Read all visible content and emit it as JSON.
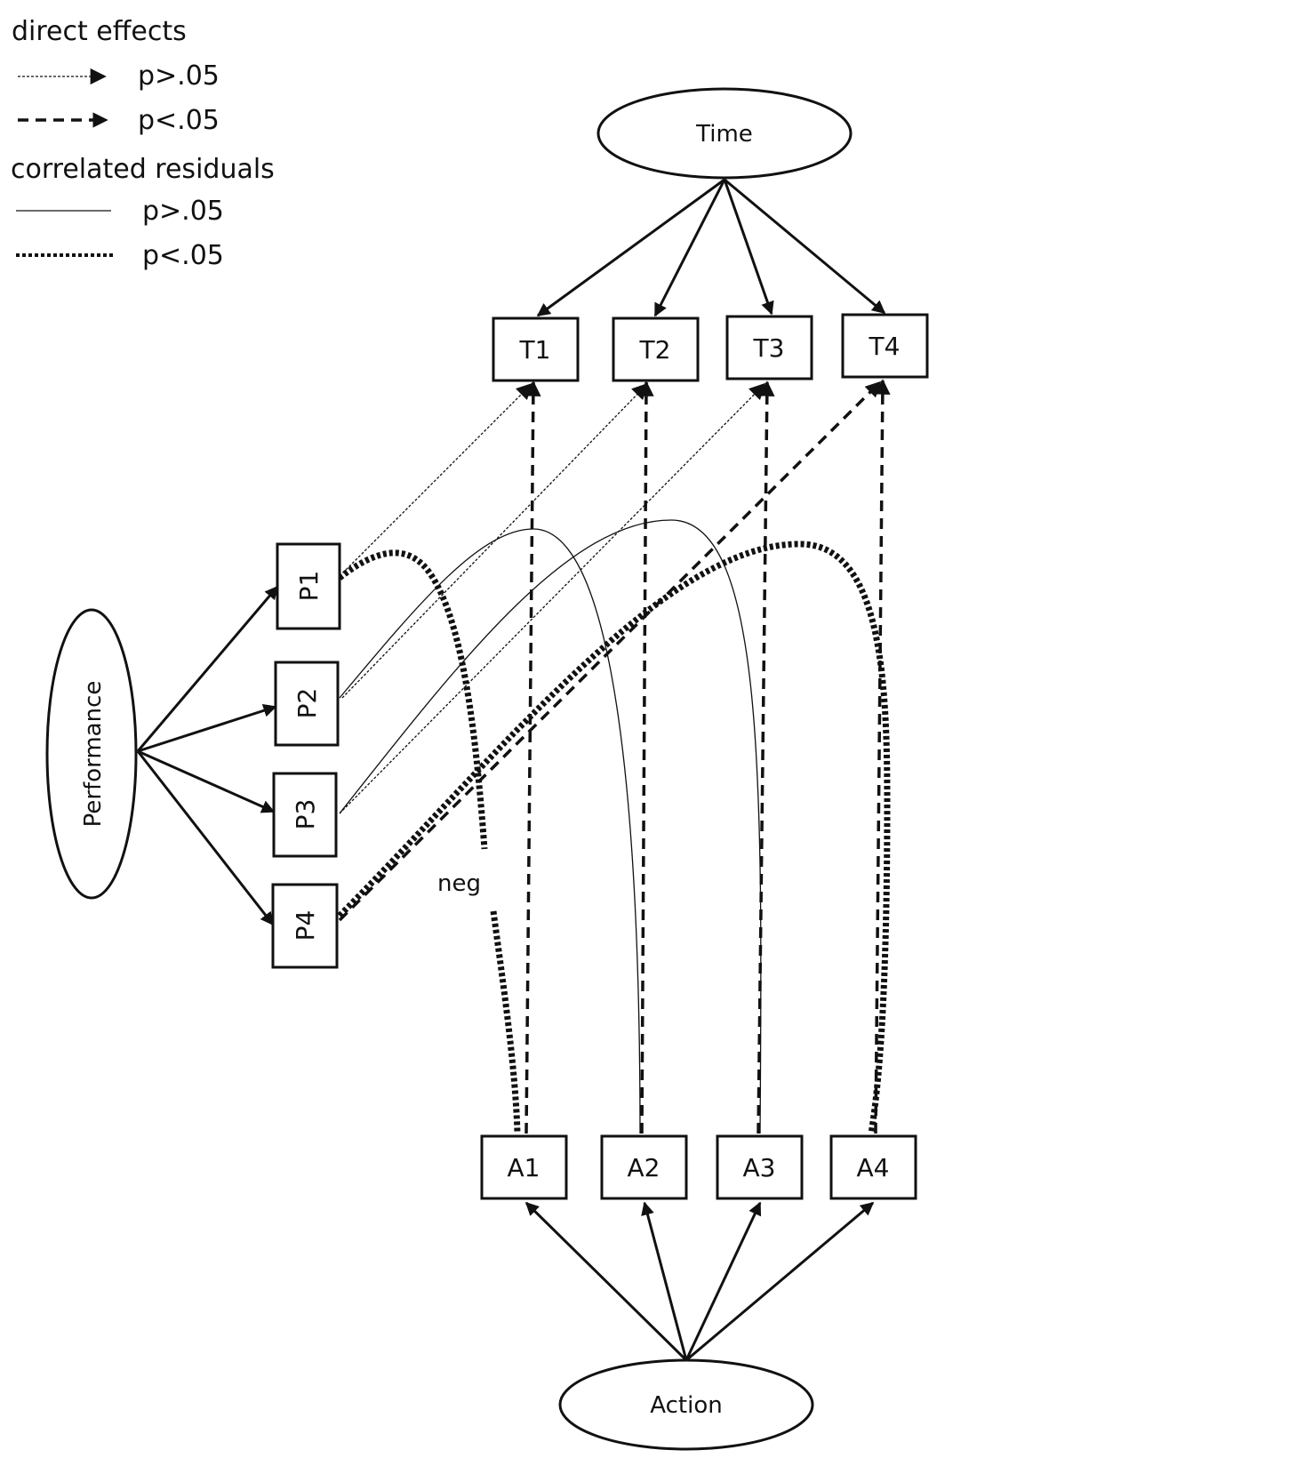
{
  "legend": {
    "direct_effects_title": "direct effects",
    "direct_ns": "p>.05",
    "direct_sig": "p<.05",
    "corr_title": "correlated residuals",
    "corr_ns": "p>.05",
    "corr_sig": "p<.05"
  },
  "latents": {
    "time": "Time",
    "performance": "Performance",
    "action": "Action"
  },
  "indicators": {
    "T1": "T1",
    "T2": "T2",
    "T3": "T3",
    "T4": "T4",
    "P1": "P1",
    "P2": "P2",
    "P3": "P3",
    "P4": "P4",
    "A1": "A1",
    "A2": "A2",
    "A3": "A3",
    "A4": "A4"
  },
  "annotations": {
    "neg": "neg"
  }
}
